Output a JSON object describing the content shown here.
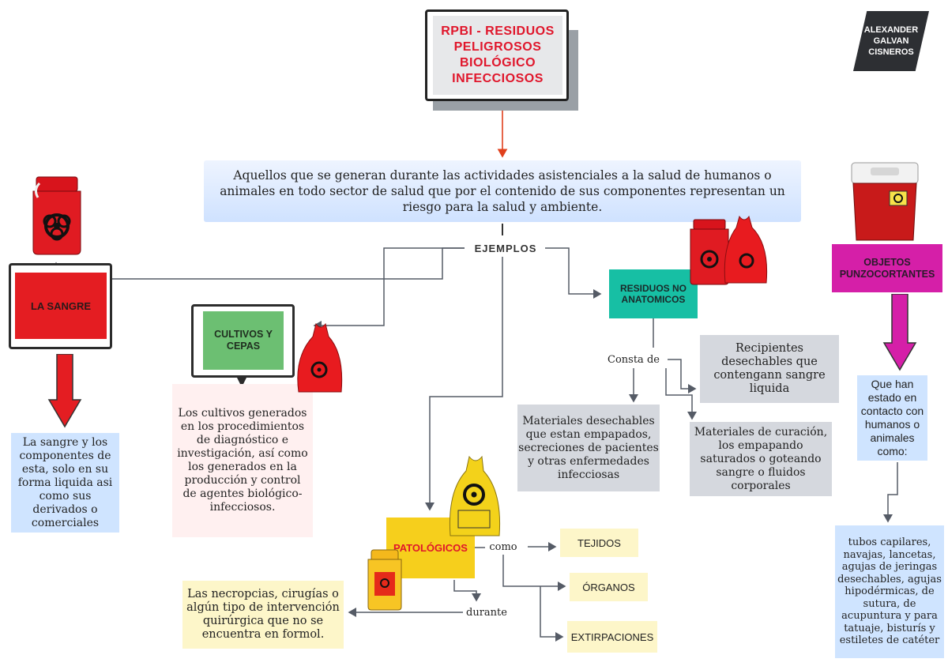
{
  "title": "RPBI - RESIDUOS PELIGROSOS BIOLÓGICO INFECCIOSOS",
  "author": "ALEXANDER GALVAN CISNEROS",
  "definition": "Aquellos que se generan durante las actividades asistenciales a la salud de humanos o animales en todo sector de salud que por el contenido de sus componentes representan un riesgo para la salud y ambiente.",
  "ejemplos_label": "EJEMPLOS",
  "sangre": {
    "label": "LA SANGRE",
    "description": "La sangre y los componentes de esta, solo en su forma liquida asi como sus derivados o comerciales"
  },
  "cultivos": {
    "label": "CULTIVOS Y CEPAS",
    "description": "Los cultivos generados en los procedimientos de diagnóstico e investigación, así como los generados en la producción y control de agentes biológico-infecciosos."
  },
  "no_anatomicos": {
    "label": "RESIDUOS NO ANATOMICOS",
    "consta_label": "Consta de",
    "items": [
      "Recipientes desechables que contengann sangre liquida",
      "Materiales desechables que estan empapados, secreciones de pacientes y otras enfermedades infecciosas",
      "Materiales de curación, los empapando saturados o goteando sangre o fluidos corporales"
    ]
  },
  "punzocortantes": {
    "label": "OBJETOS PUNZOCORTANTES",
    "description": "Que han estado en contacto con humanos o animales como:",
    "examples": "tubos capilares, navajas, lancetas, agujas de jeringas desechables, agujas hipodérmicas, de sutura, de acupuntura y para tatuaje, bisturís y estiletes de catéter"
  },
  "patologicos": {
    "label": "PATOLÓGICOS",
    "como_label": "como",
    "durante_label": "durante",
    "durante_text": "Las necropcias, cirugías o algún tipo de intervención quirúrgica que no se encuentra en formol.",
    "items": [
      "TEJIDOS",
      "ÓRGANOS",
      "EXTIRPACIONES"
    ]
  },
  "icons": [
    "biohazard-jar-icon",
    "red-biohazard-bag-icon",
    "sharps-container-icon",
    "yellow-biohazard-bag-icon",
    "yellow-pathology-container-icon"
  ],
  "colors": {
    "title_text": "#e0162b",
    "sangre": "#e41d22",
    "cultivos": "#6cbf72",
    "no_anatomicos": "#17bfa4",
    "punzocortantes": "#d51fa8",
    "patologicos": "#f6cf1c",
    "connector_red": "#e0401c",
    "connector_gray": "#555b66"
  }
}
